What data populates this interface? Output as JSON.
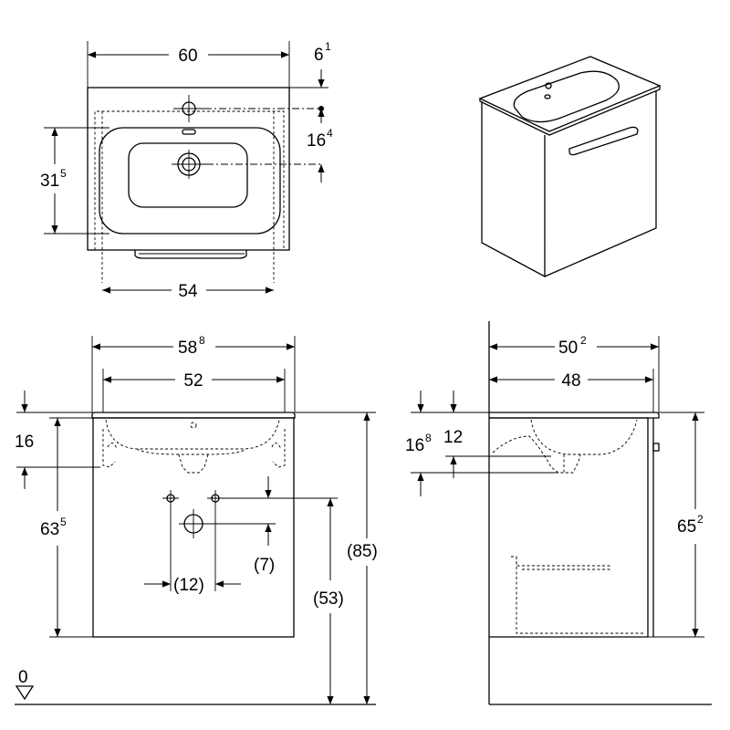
{
  "top_view": {
    "width_total": "60",
    "width_inner": "54",
    "depth": {
      "main": "31",
      "sup": "5"
    },
    "tap_offset": {
      "main": "6",
      "sup": "1"
    },
    "drain_offset": {
      "main": "16",
      "sup": "4"
    }
  },
  "front_view": {
    "width_basin": {
      "main": "58",
      "sup": "8"
    },
    "width_cabinet": "52",
    "basin_height": "16",
    "height_cabinet": {
      "main": "63",
      "sup": "5"
    },
    "height_total": "(85)",
    "height_connection": "(53)",
    "connection_spacing": "(12)",
    "connection_offset": "(7)",
    "floor_level": "0"
  },
  "side_view": {
    "depth_basin": {
      "main": "50",
      "sup": "2"
    },
    "depth_cabinet": "48",
    "basin_depth": {
      "main": "16",
      "sup": "8"
    },
    "overflow_depth": "12",
    "height_cabinet": {
      "main": "65",
      "sup": "2"
    }
  }
}
